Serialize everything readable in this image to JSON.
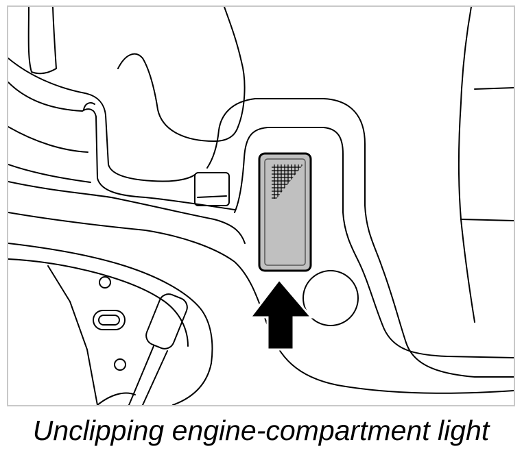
{
  "caption": "Unclipping engine-compartment light",
  "colors": {
    "line": "#000000",
    "lamp_fill": "#c0c0c0",
    "frame": "#c8c8c8",
    "background": "#ffffff"
  },
  "icons": [
    "lamp-lens",
    "push-arrow"
  ]
}
